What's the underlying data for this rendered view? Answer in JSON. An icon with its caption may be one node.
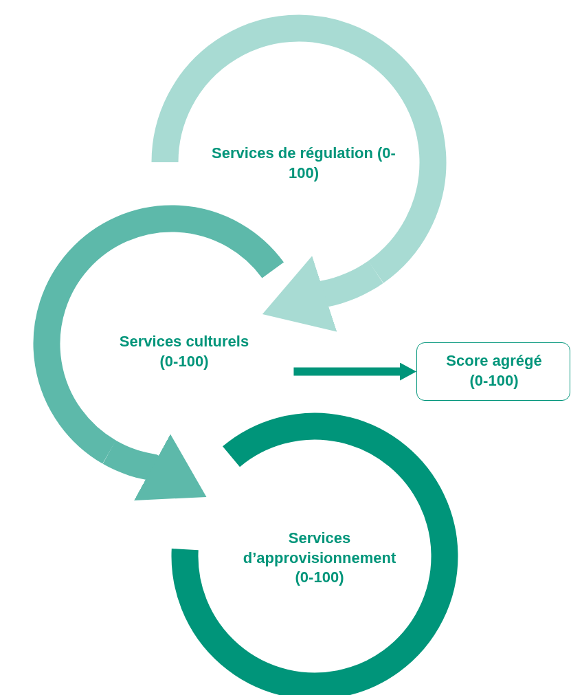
{
  "diagram": {
    "nodes": [
      {
        "text": [
          "Services de régulation (0-100)"
        ]
      },
      {
        "text": [
          "Services culturels (0-100)"
        ]
      },
      {
        "text": [
          "Services d’approvisionnement (0-100)"
        ]
      },
      {
        "text": [
          "Score agrégé (0-100)"
        ]
      }
    ],
    "edges": [
      {
        "from": 0,
        "to": 1,
        "arrow": "to",
        "color": "#a8dbd3"
      },
      {
        "from": 1,
        "to": 2,
        "arrow": "to",
        "color": "#5db9aa"
      },
      {
        "from": 1,
        "to": 3,
        "arrow": "to",
        "color": "#00957a"
      }
    ]
  }
}
